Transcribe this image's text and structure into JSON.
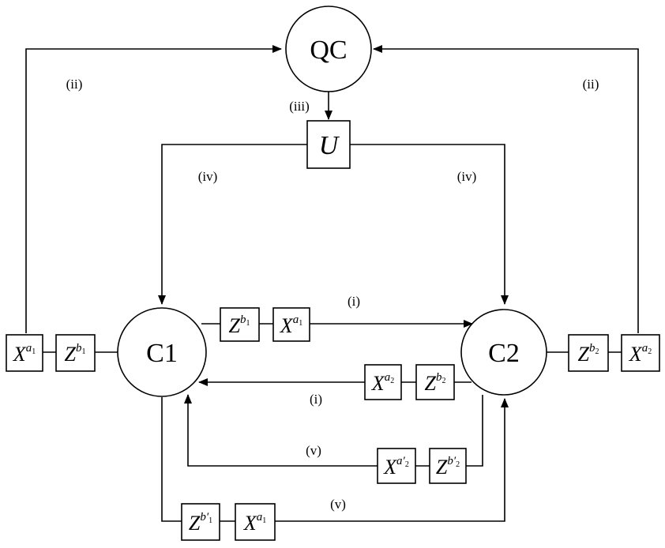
{
  "nodes": {
    "qc": "QC",
    "u": "U",
    "c1": "C1",
    "c2": "C2"
  },
  "step_labels": {
    "i_top": "(i)",
    "i_bottom": "(i)",
    "ii_left": "(ii)",
    "ii_right": "(ii)",
    "iii": "(iii)",
    "iv_left": "(iv)",
    "iv_right": "(iv)",
    "v_upper": "(v)",
    "v_lower": "(v)"
  },
  "gates": {
    "c1_local_x": {
      "base": "X",
      "sup": "a",
      "sub": "1",
      "prime": ""
    },
    "c1_local_z": {
      "base": "Z",
      "sup": "b",
      "sub": "1",
      "prime": ""
    },
    "c2_local_z": {
      "base": "Z",
      "sup": "b",
      "sub": "2",
      "prime": ""
    },
    "c2_local_x": {
      "base": "X",
      "sup": "a",
      "sub": "2",
      "prime": ""
    },
    "path_c1_c2_z": {
      "base": "Z",
      "sup": "b",
      "sub": "1",
      "prime": ""
    },
    "path_c1_c2_x": {
      "base": "X",
      "sup": "a",
      "sub": "1",
      "prime": ""
    },
    "path_c2_c1_x": {
      "base": "X",
      "sup": "a",
      "sub": "2",
      "prime": ""
    },
    "path_c2_c1_z": {
      "base": "Z",
      "sup": "b",
      "sub": "2",
      "prime": ""
    },
    "path_v_upper_x": {
      "base": "X",
      "sup": "a",
      "sub": "2",
      "prime": "′"
    },
    "path_v_upper_z": {
      "base": "Z",
      "sup": "b",
      "sub": "2",
      "prime": "′"
    },
    "path_v_lower_z": {
      "base": "Z",
      "sup": "b",
      "sub": "1",
      "prime": "′"
    },
    "path_v_lower_x": {
      "base": "X",
      "sup": "a",
      "sub": "1",
      "prime": ""
    }
  },
  "colors": {
    "stroke": "#000000",
    "background": "#ffffff"
  }
}
